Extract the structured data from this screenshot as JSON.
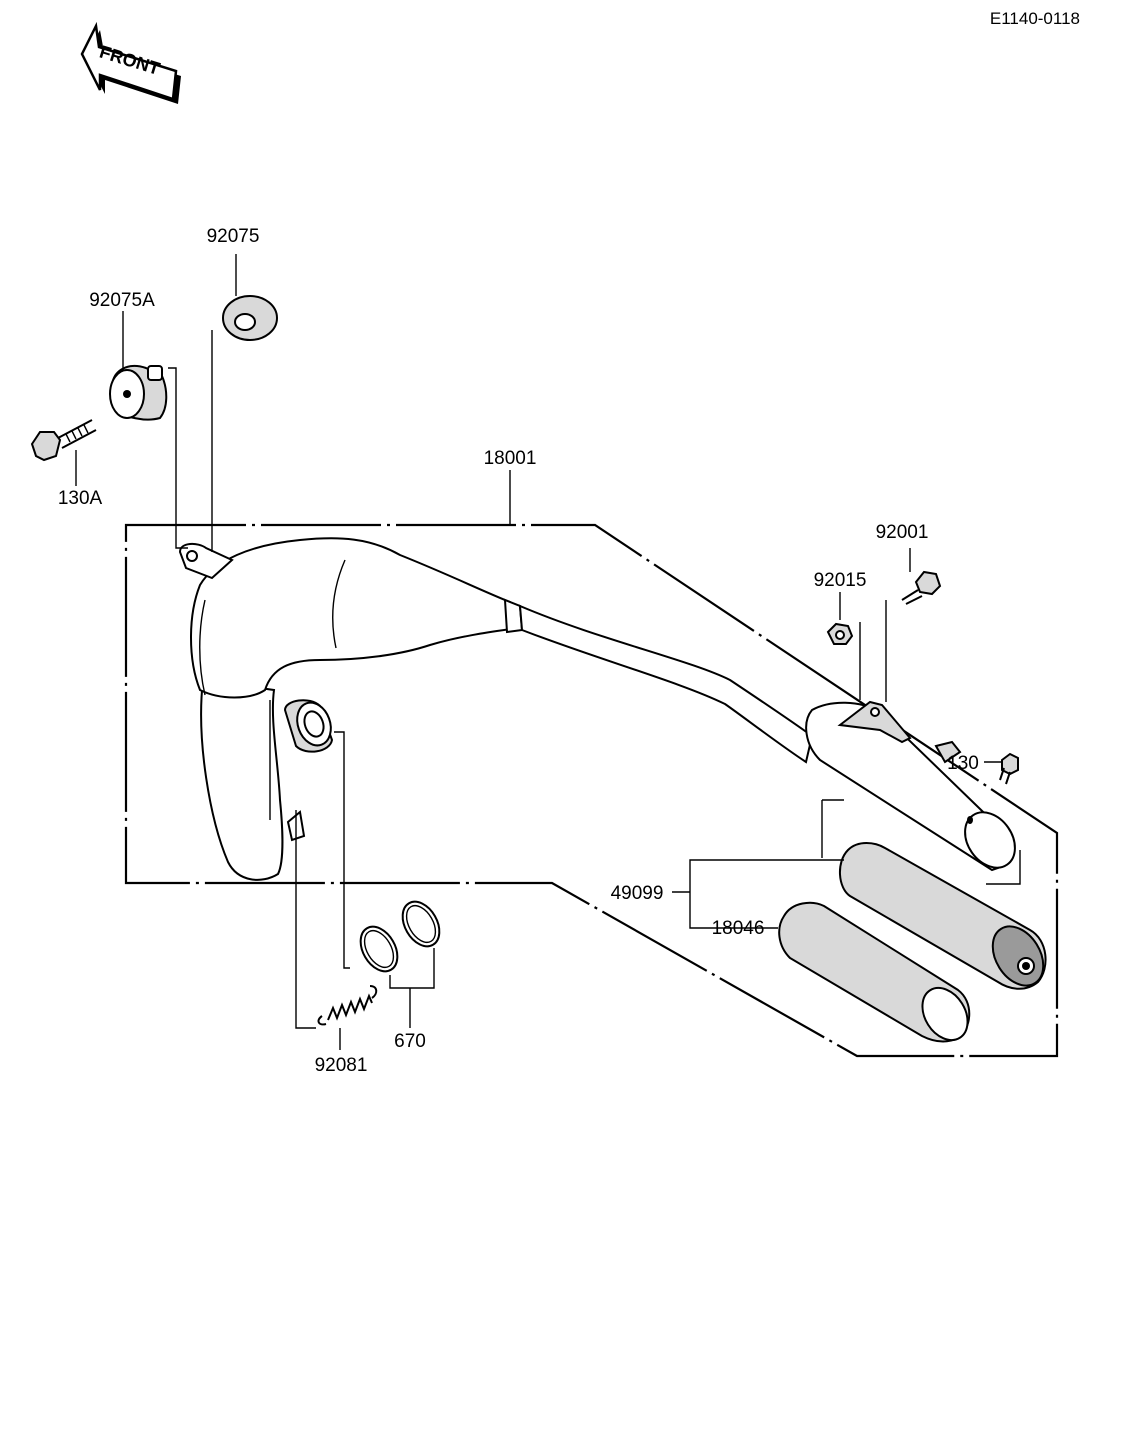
{
  "diagram_code": "E1140-0118",
  "front_arrow": {
    "label": "FRONT",
    "icon": "front-arrow-icon"
  },
  "part_labels": {
    "p92075": "92075",
    "p92075A": "92075A",
    "p130A": "130A",
    "p18001": "18001",
    "p92001": "92001",
    "p92015": "92015",
    "p130": "130",
    "p49099": "49099",
    "p18046": "18046",
    "p670": "670",
    "p92081": "92081"
  },
  "colors": {
    "ink": "#000000",
    "background": "#ffffff",
    "shade": "#d9d9d9"
  }
}
